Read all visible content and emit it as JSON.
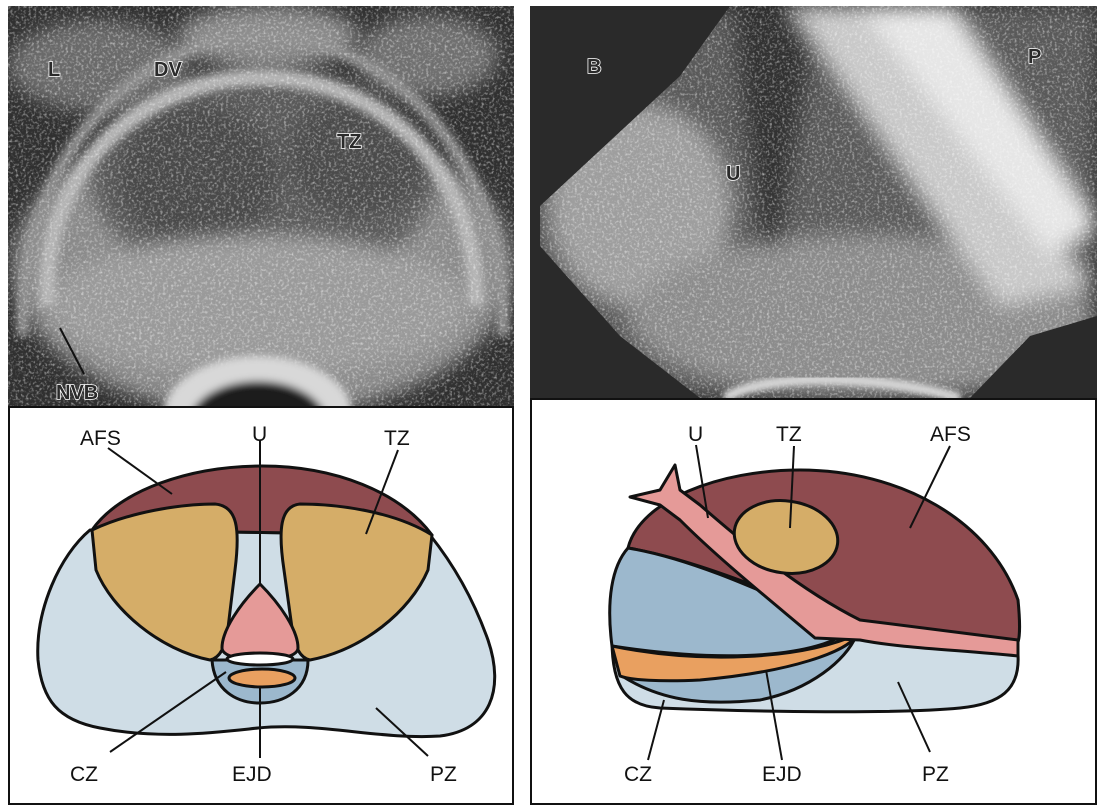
{
  "colors": {
    "anterior_fibromuscular_stroma": "#8e4b4f",
    "transition_zone": "#d5ad68",
    "urethra": "#e59a98",
    "central_zone": "#9cb8cd",
    "peripheral_zone": "#cfdde6",
    "ejaculatory_duct": "#e9a060",
    "ultrasound_dark": "#2b2b2b",
    "ultrasound_light": "#e8e8e8"
  },
  "ultrasound_transverse": {
    "labels": {
      "l": "L",
      "dv": "DV",
      "tz": "TZ",
      "nvb": "NVB"
    }
  },
  "ultrasound_sagittal": {
    "labels": {
      "b": "B",
      "p": "P",
      "u": "U"
    }
  },
  "diagram_transverse": {
    "labels": {
      "afs": "AFS",
      "u": "U",
      "tz": "TZ",
      "cz": "CZ",
      "ejd": "EJD",
      "pz": "PZ"
    }
  },
  "diagram_sagittal": {
    "labels": {
      "u": "U",
      "tz": "TZ",
      "afs": "AFS",
      "cz": "CZ",
      "ejd": "EJD",
      "pz": "PZ"
    }
  }
}
